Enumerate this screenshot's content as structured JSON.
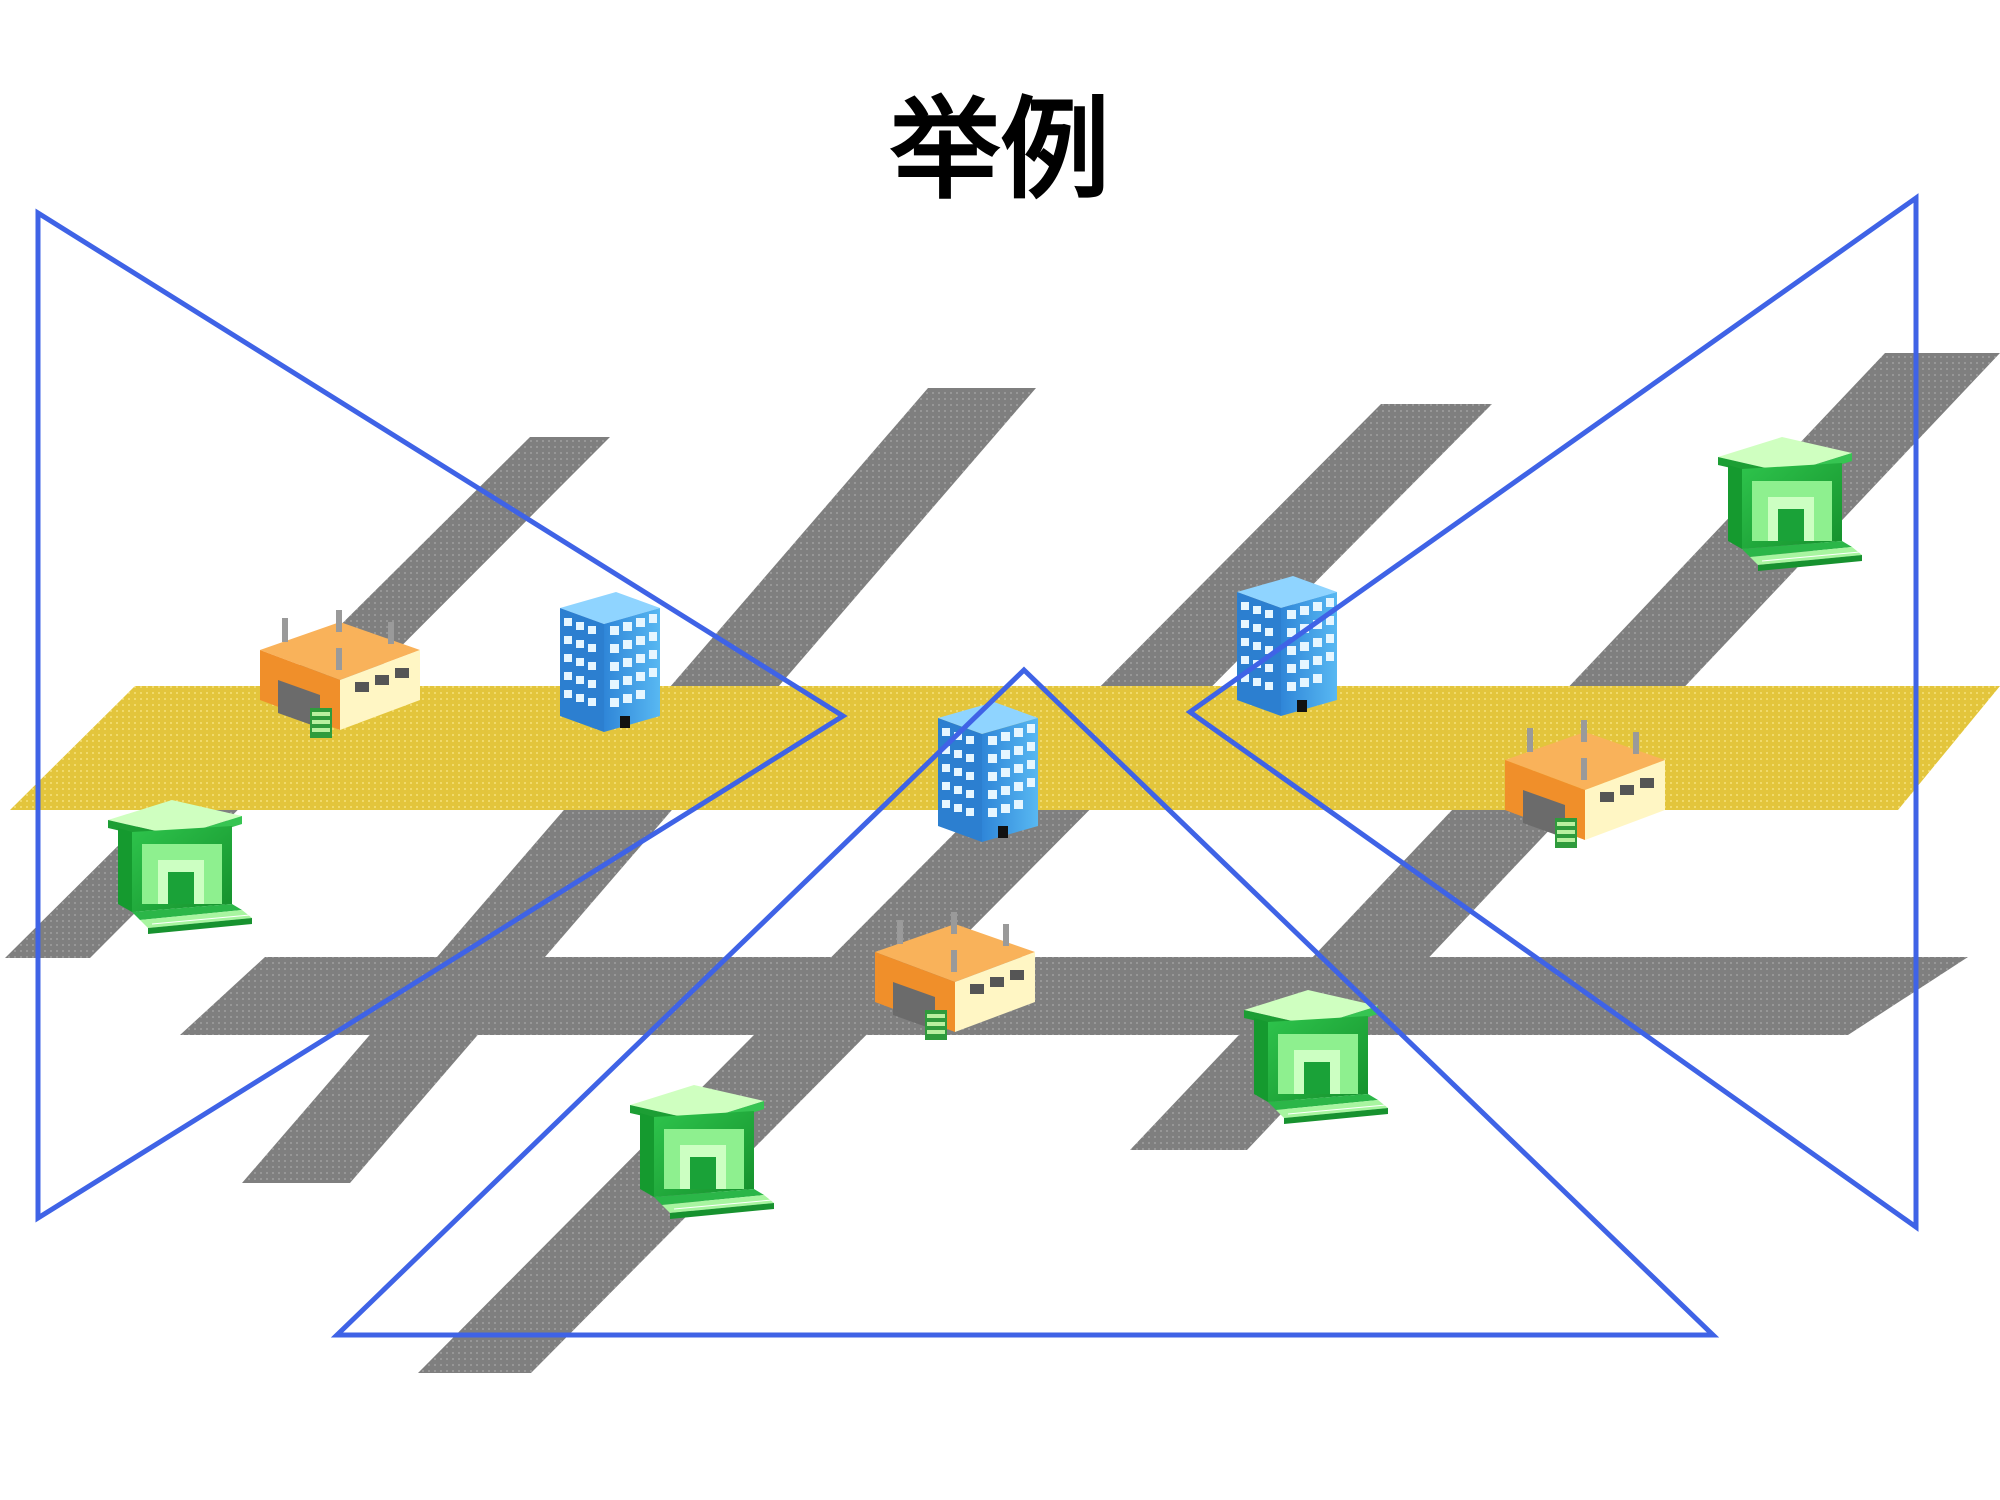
{
  "title": "举例",
  "colors": {
    "road": "#808080",
    "main_road": "#E3C53C",
    "region_outline": "#3F63E6",
    "factory_roof": "#F5A43E",
    "factory_wall": "#FFF7C8",
    "office": "#3FA0E8",
    "warehouse": "#1FAF3C"
  },
  "buildings": [
    {
      "type": "factory",
      "name": "factory"
    },
    {
      "type": "factory",
      "name": "factory"
    },
    {
      "type": "factory",
      "name": "factory"
    },
    {
      "type": "office",
      "name": "office-building"
    },
    {
      "type": "office",
      "name": "office-building"
    },
    {
      "type": "office",
      "name": "office-building"
    },
    {
      "type": "warehouse",
      "name": "warehouse"
    },
    {
      "type": "warehouse",
      "name": "warehouse"
    },
    {
      "type": "warehouse",
      "name": "warehouse"
    },
    {
      "type": "warehouse",
      "name": "warehouse"
    }
  ]
}
